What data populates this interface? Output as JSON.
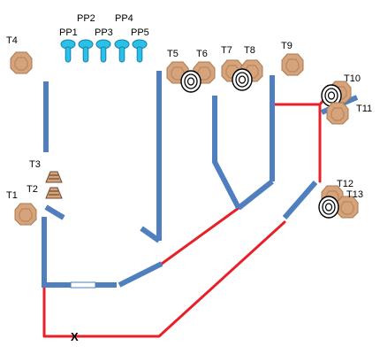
{
  "labels": {
    "t1": "T1",
    "t2": "T2",
    "t3": "T3",
    "t4": "T4",
    "t5": "T5",
    "t6": "T6",
    "t7": "T7",
    "t8": "T8",
    "t9": "T9",
    "t10": "T10",
    "t11": "T11",
    "t12": "T12",
    "t13": "T13",
    "pp1": "PP1",
    "pp2": "PP2",
    "pp3": "PP3",
    "pp4": "PP4",
    "pp5": "PP5",
    "cross": "X"
  },
  "colors": {
    "track": "#4f7fbf",
    "red_route": "#e8202a",
    "pin": "#29c1ea",
    "pin_stroke": "#1a7fa6",
    "tile": "#d7a37a",
    "tile_dark": "#a77a55",
    "outline": "#000000"
  },
  "icons": {
    "tile": "tan-octagon-icon",
    "pin": "blue-pin-icon",
    "ring": "black-white-ring-icon"
  }
}
